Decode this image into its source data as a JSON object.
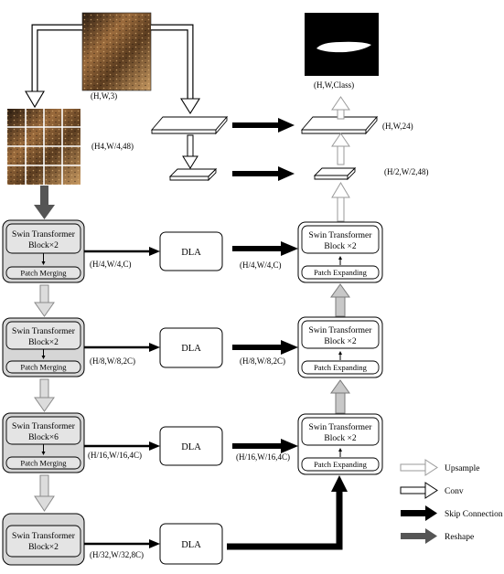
{
  "input": {
    "shape_label": "(H,W,3)",
    "patch_shape_label": "(H4,W/4,48)"
  },
  "output": {
    "shape_label": "(H,W,Class)"
  },
  "conv_shapes": {
    "full": "(H,W,24)",
    "half": "(H/2,W/2,48)"
  },
  "encoder": [
    {
      "title": "Swin Transformer",
      "count": "Block×2",
      "sub": "Patch Merging",
      "shape": "(H/4,W/4,C)"
    },
    {
      "title": "Swin Transformer",
      "count": "Block×2",
      "sub": "Patch Merging",
      "shape": "(H/8,W/8,2C)"
    },
    {
      "title": "Swin Transformer",
      "count": "Block×6",
      "sub": "Patch Merging",
      "shape": "(H/16,W/16,4C)"
    },
    {
      "title": "Swin Transformer",
      "count": "Block×2",
      "shape": "(H/32,W/32,8C)"
    }
  ],
  "dla_label": "DLA",
  "decoder": [
    {
      "title": "Swin Transformer",
      "count": "Block ×2",
      "sub": "Patch Expanding",
      "shape": "(H/4,W/4,C)"
    },
    {
      "title": "Swin Transformer",
      "count": "Block ×2",
      "sub": "Patch Expanding",
      "shape": "(H/8,W/8,2C)"
    },
    {
      "title": "Swin Transformer",
      "count": "Block ×2",
      "sub": "Patch Expanding",
      "shape": "(H/16,W/16,4C)"
    }
  ],
  "legend": [
    {
      "label": "Upsample",
      "icon": "hollow-light-arrow"
    },
    {
      "label": "Conv",
      "icon": "hollow-dark-arrow"
    },
    {
      "label": "Skip Connection",
      "icon": "black-arrow"
    },
    {
      "label": "Reshape",
      "icon": "gray-arrow"
    }
  ]
}
